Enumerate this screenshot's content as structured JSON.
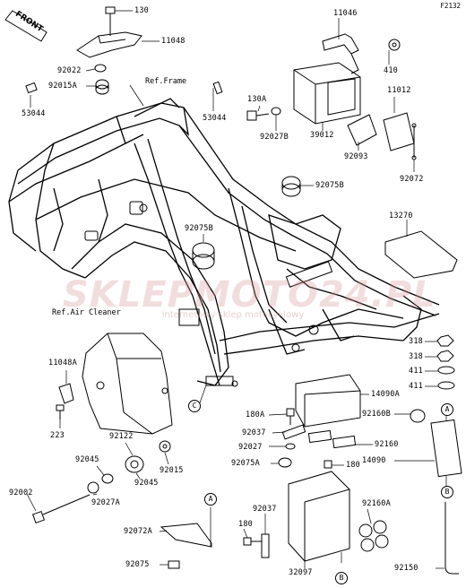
{
  "figure_code": "F2132",
  "front_label": "FRONT",
  "watermark": {
    "brand": "SKLEPMOTO24.PL",
    "subtitle": "internetowy sklep motocyklowy"
  },
  "reference_labels": {
    "frame": "Ref.Frame",
    "air_cleaner": "Ref.Air Cleaner"
  },
  "callouts": {
    "a": "A",
    "b": "B",
    "c": "C"
  },
  "parts": {
    "p130_top": "130",
    "p11048": "11048",
    "p92022": "92022",
    "p92015A": "92015A",
    "p53044_left": "53044",
    "p53044_mid": "53044",
    "p11046": "11046",
    "p410": "410",
    "p11012": "11012",
    "p130A": "130A",
    "p92027B": "92027B",
    "p39012": "39012",
    "p92093": "92093",
    "p92072": "92072",
    "p92075B_r": "92075B",
    "p92075B_c": "92075B",
    "p13270": "13270",
    "p318a": "318",
    "p318b": "318",
    "p411a": "411",
    "p411b": "411",
    "p14090A": "14090A",
    "p92160B": "92160B",
    "p11048A": "11048A",
    "p223": "223",
    "p180A": "180A",
    "p92037_top": "92037",
    "p92160": "92160",
    "p92027": "92027",
    "p92075A": "92075A",
    "p180_r": "180",
    "p14090": "14090",
    "p92122": "92122",
    "p92045_l": "92045",
    "p92015": "92015",
    "p92045_r": "92045",
    "p92002": "92002",
    "p92027A": "92027A",
    "p92037_bot": "92037",
    "p92160A": "92160A",
    "p180_l": "180",
    "p92072A": "92072A",
    "p92075": "92075",
    "p32097": "32097",
    "p92150": "92150"
  }
}
